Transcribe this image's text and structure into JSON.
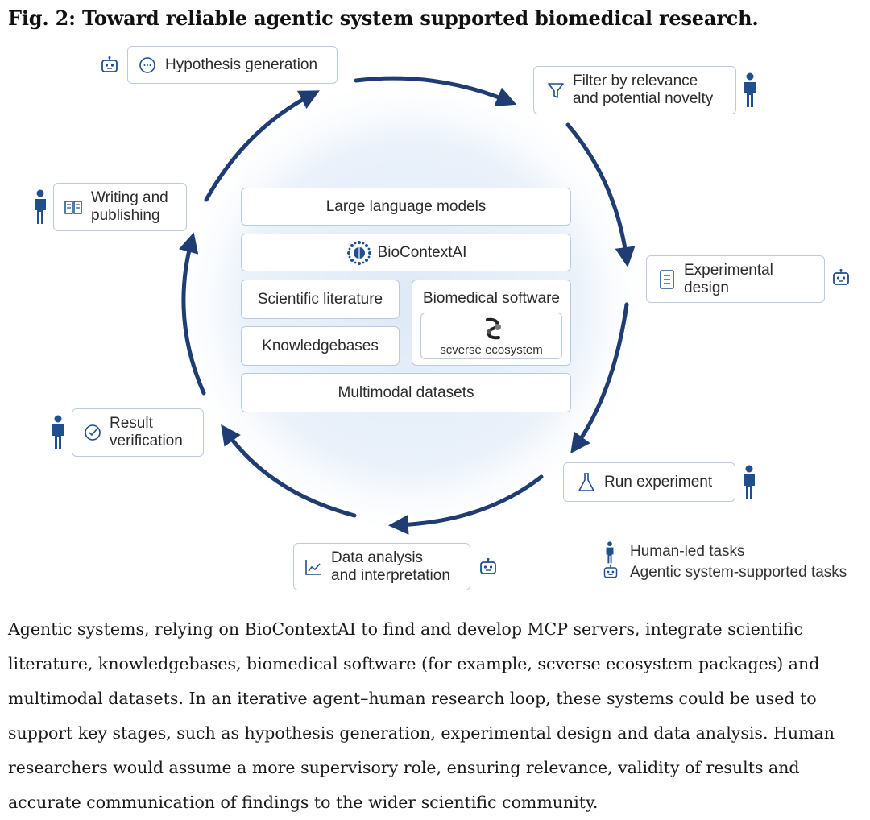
{
  "figure": {
    "title": "Fig. 2: Toward reliable agentic system supported biomedical research.",
    "stages": {
      "hypothesis": "Hypothesis generation",
      "filter_line1": "Filter by relevance",
      "filter_line2": "and potential novelty",
      "experimental_line1": "Experimental",
      "experimental_line2": "design",
      "run": "Run experiment",
      "analysis_line1": "Data analysis",
      "analysis_line2": "and interpretation",
      "verification_line1": "Result",
      "verification_line2": "verification",
      "writing_line1": "Writing and",
      "writing_line2": "publishing"
    },
    "center": {
      "llm": "Large language models",
      "biocontext": "BioContextAI",
      "literature": "Scientific literature",
      "knowledgebases": "Knowledgebases",
      "software": "Biomedical software",
      "scverse": "scverse ecosystem",
      "multimodal": "Multimodal datasets"
    },
    "legend": {
      "human": "Human-led tasks",
      "agentic": "Agentic system-supported tasks"
    },
    "colors": {
      "arrow": "#1f3d73",
      "box_border": "#b9cbe0",
      "icon": "#1f4f8c"
    }
  },
  "caption": "Agentic systems, relying on BioContextAI to find and develop MCP servers, integrate scientific literature, knowledgebases, biomedical software (for example, scverse ecosystem packages) and multimodal datasets. In an iterative agent–human research loop, these systems could be used to support key stages, such as hypothesis generation, experimental design and data analysis. Human researchers would assume a more supervisory role, ensuring relevance, validity of results and accurate communication of findings to the wider scientific community."
}
